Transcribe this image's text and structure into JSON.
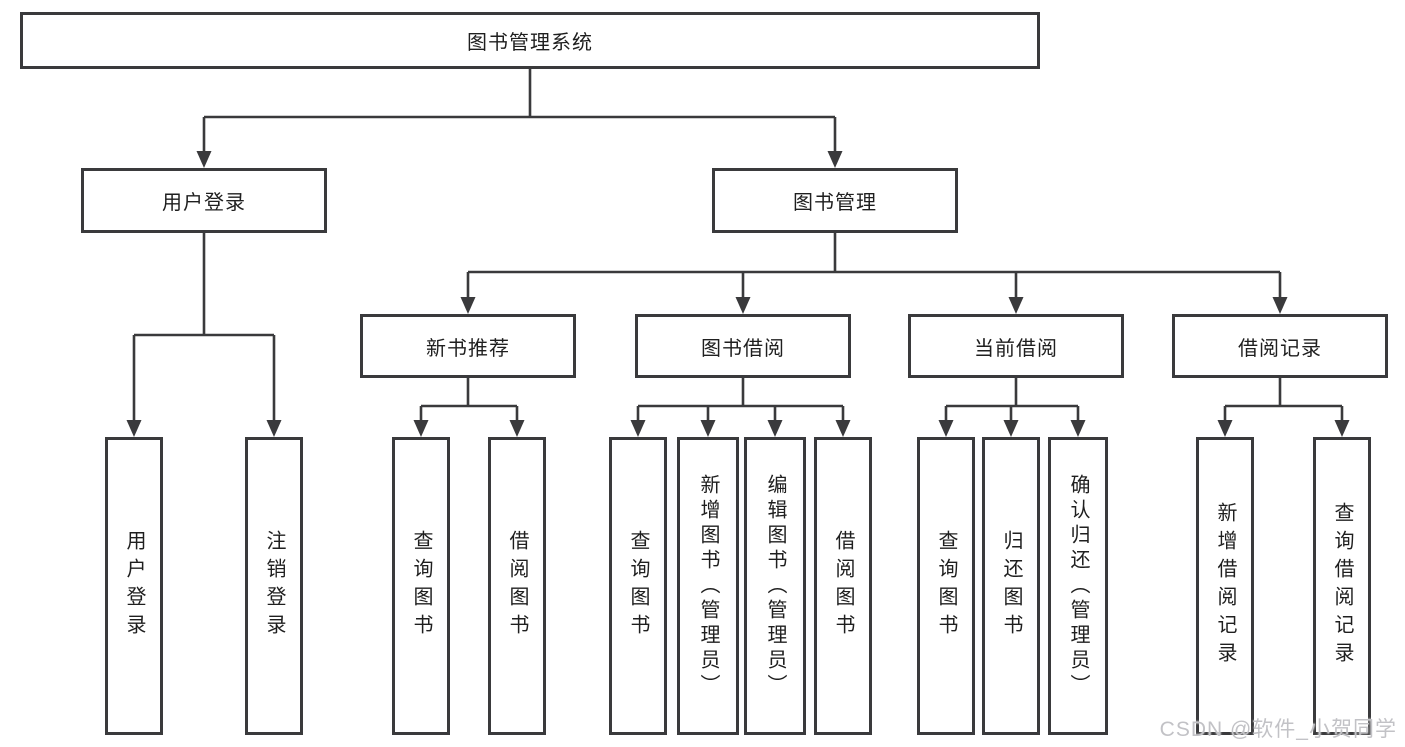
{
  "diagram": {
    "title": "图书管理系统",
    "level2": [
      "用户登录",
      "图书管理"
    ],
    "level3": [
      "新书推荐",
      "图书借阅",
      "当前借阅",
      "借阅记录"
    ],
    "leaves": {
      "user_login": [
        "用户登录",
        "注销登录"
      ],
      "new_book_recommend": [
        "查询图书",
        "借阅图书"
      ],
      "book_borrowing": [
        "查询图书",
        "新增图书（管理员）",
        "编辑图书（管理员）",
        "借阅图书"
      ],
      "current_borrowing": [
        "查询图书",
        "归还图书",
        "确认归还（管理员）"
      ],
      "borrowing_records": [
        "新增借阅记录",
        "查询借阅记录"
      ]
    }
  },
  "watermark": {
    "text": "CSDN @软件_小贺同学"
  },
  "colors": {
    "line": "#3a3a3c",
    "box_border": "#3a3a3c",
    "text": "#1f1f1f",
    "watermark": "#c2c2c6",
    "background": "#ffffff"
  }
}
